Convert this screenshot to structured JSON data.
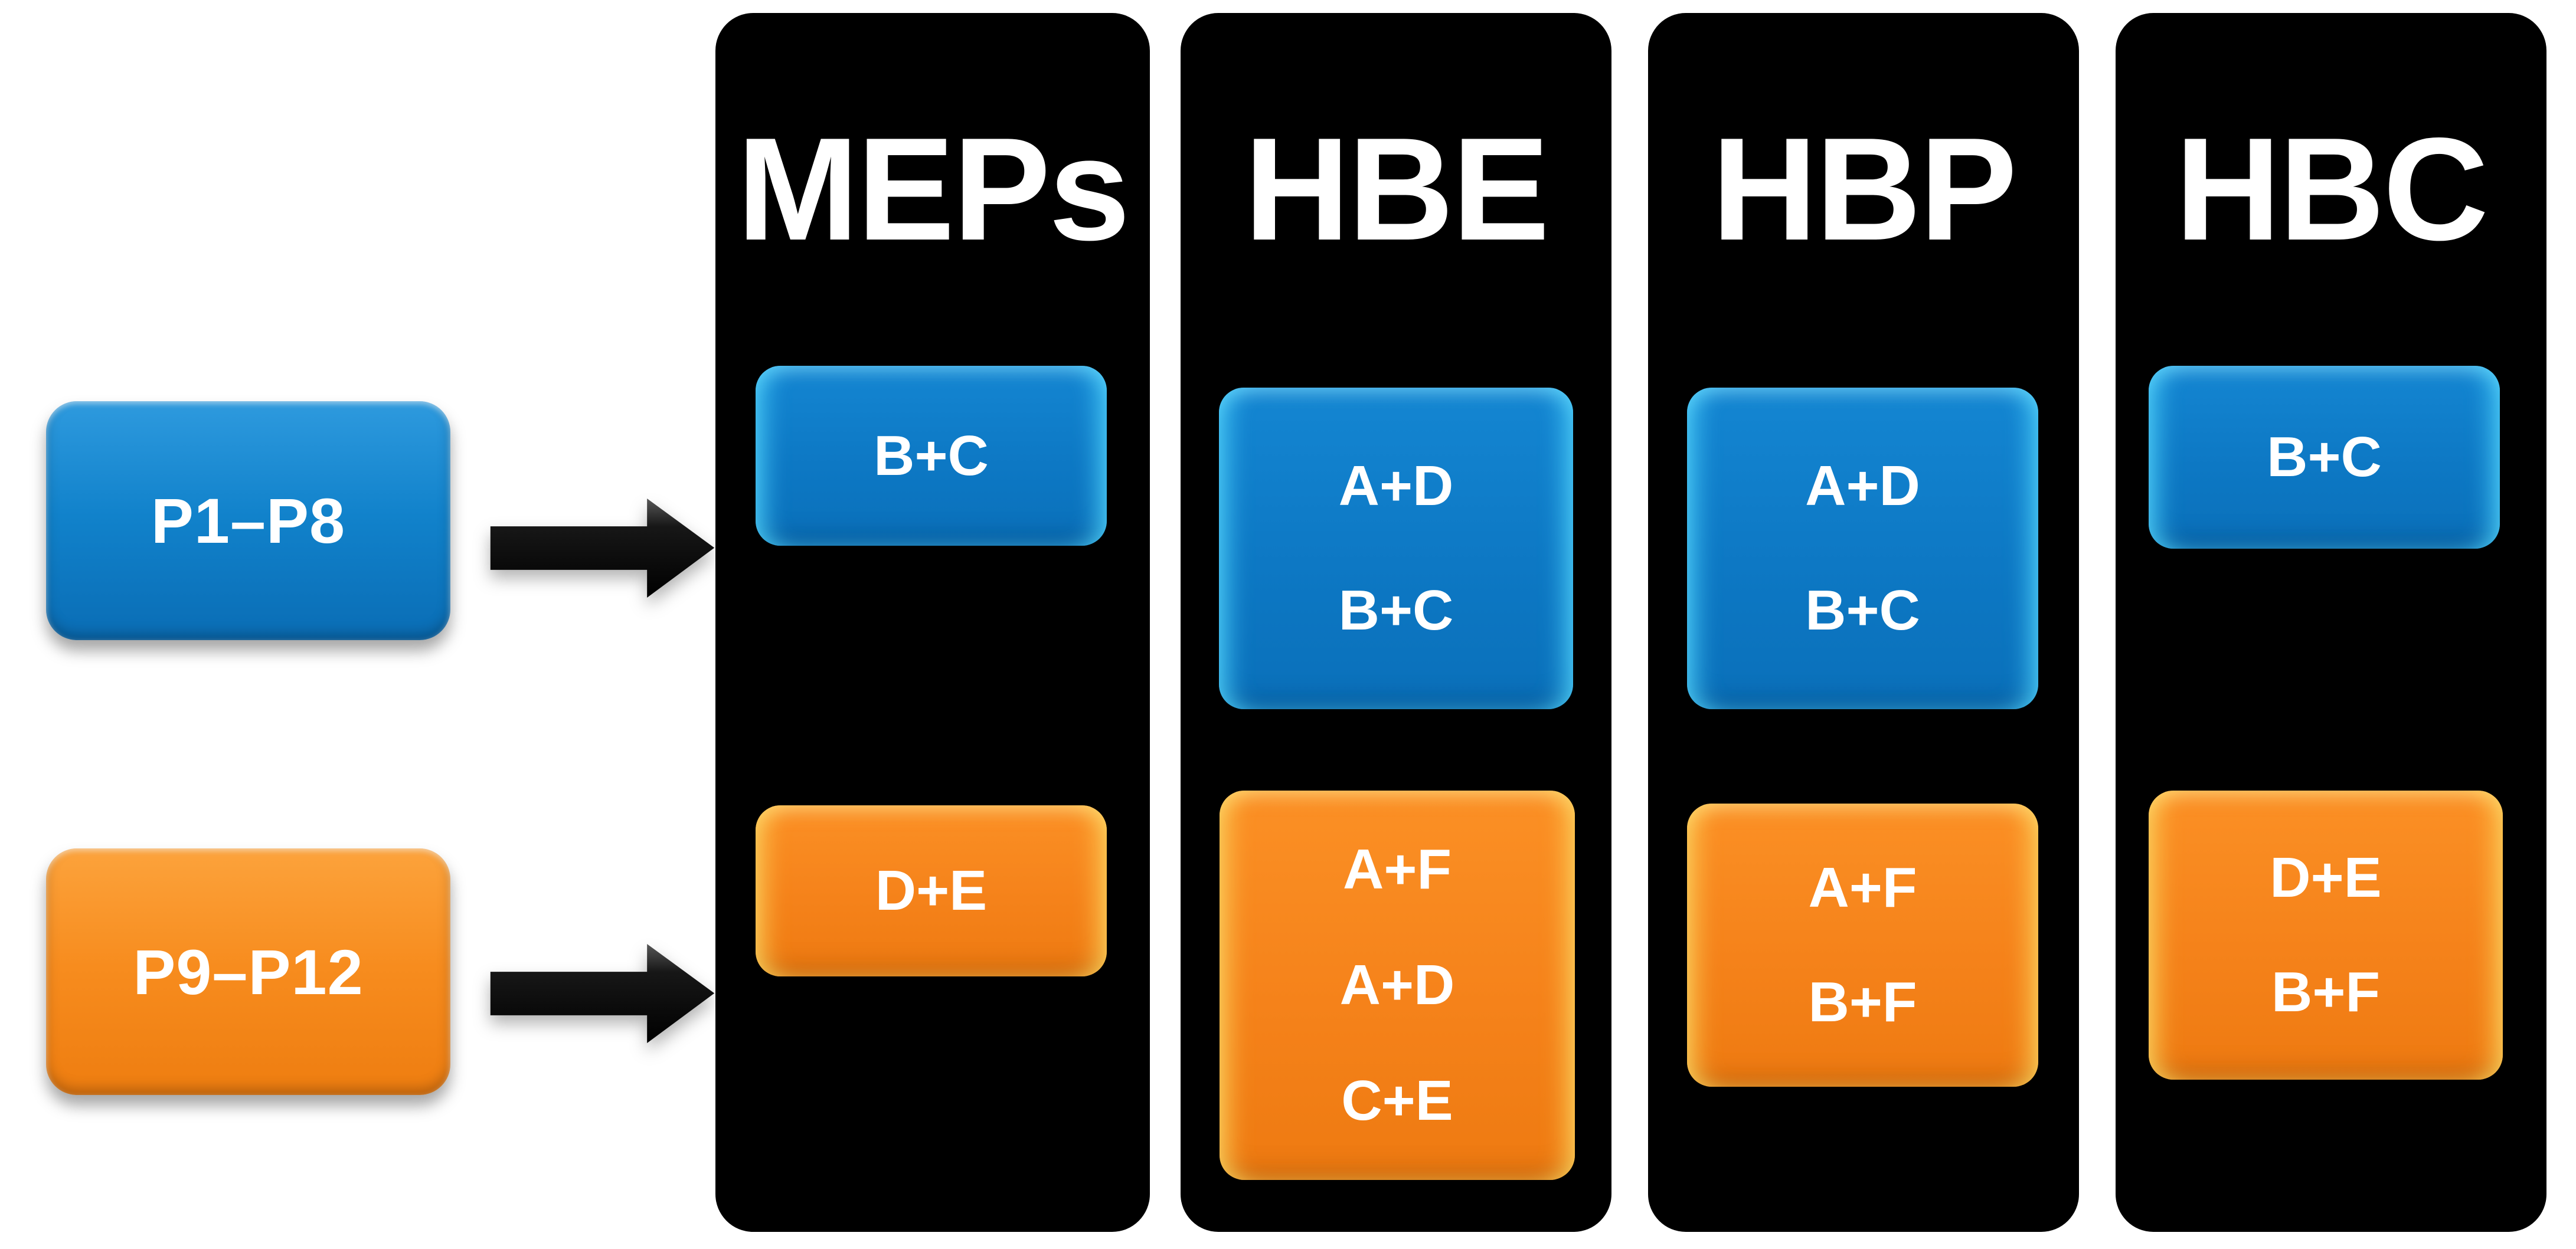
{
  "colors": {
    "background": "#ffffff",
    "panel_black": "#000000",
    "blue_accent": "#0d78c4",
    "orange_accent": "#f5821a",
    "label_text": "#ffffff"
  },
  "icons": {
    "arrow": "right-arrow"
  },
  "inputs": [
    {
      "label": "P1–P8",
      "color": "blue"
    },
    {
      "label": "P9–P12",
      "color": "orange"
    }
  ],
  "columns": [
    {
      "title": "MEPs",
      "blue_lines": [
        "B+C"
      ],
      "orange_lines": [
        "D+E"
      ]
    },
    {
      "title": "HBE",
      "blue_lines": [
        "A+D",
        "B+C"
      ],
      "orange_lines": [
        "A+F",
        "A+D",
        "C+E"
      ]
    },
    {
      "title": "HBP",
      "blue_lines": [
        "A+D",
        "B+C"
      ],
      "orange_lines": [
        "A+F",
        "B+F"
      ]
    },
    {
      "title": "HBC",
      "blue_lines": [
        "B+C"
      ],
      "orange_lines": [
        "D+E",
        "B+F"
      ]
    }
  ]
}
